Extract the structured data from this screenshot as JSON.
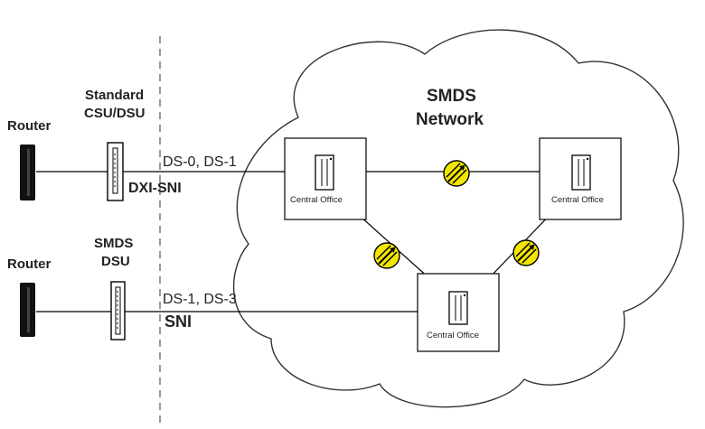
{
  "cloud": {
    "title_line1": "SMDS",
    "title_line2": "Network"
  },
  "top_path": {
    "router_label": "Router",
    "device_label_line1": "Standard",
    "device_label_line2": "CSU/DSU",
    "link_rate": "DS-0, DS-1",
    "interface": "DXI-SNI"
  },
  "bottom_path": {
    "router_label": "Router",
    "device_label_line1": "SMDS",
    "device_label_line2": "DSU",
    "link_rate": "DS-1, DS-3",
    "interface": "SNI"
  },
  "central_offices": [
    {
      "label": "Central Office"
    },
    {
      "label": "Central Office"
    },
    {
      "label": "Central Office"
    }
  ],
  "colors": {
    "switch_fill": "#f2e600",
    "line": "#000000",
    "cloud_stroke": "#333333"
  }
}
